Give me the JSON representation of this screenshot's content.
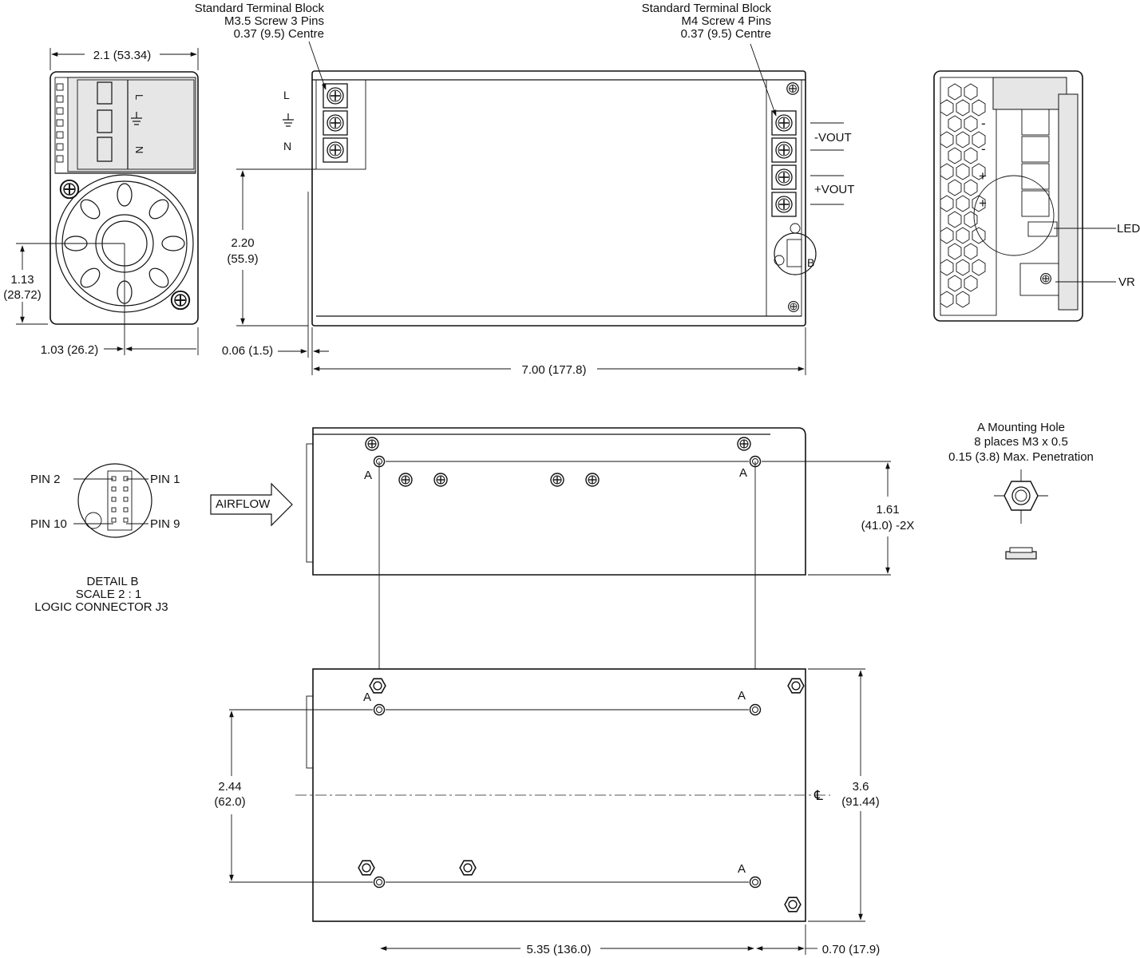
{
  "top_left_terminal": {
    "line1": "Standard Terminal Block",
    "line2": "M3.5 Screw 3 Pins",
    "line3": "0.37 (9.5) Centre"
  },
  "top_right_terminal": {
    "line1": "Standard Terminal Block",
    "line2": "M4 Screw 4 Pins",
    "line3": "0.37 (9.5) Centre"
  },
  "input_labels": {
    "l": "L",
    "n": "N"
  },
  "output_labels": {
    "neg": "-VOUT",
    "pos": "+VOUT",
    "minus": "-",
    "plus": "+"
  },
  "detail_callout": "B",
  "side_labels": {
    "led": "LED",
    "vr": "VR"
  },
  "dims": {
    "width_front": "2.1 (53.34)",
    "fan_height_in": "1.13",
    "fan_height_mm": "(28.72)",
    "fan_offset": "1.03 (26.2)",
    "term_height_in": "2.20",
    "term_height_mm": "(55.9)",
    "edge_offset": "0.06 (1.5)",
    "length": "7.00 (177.8)",
    "side_height_in": "1.61",
    "side_height_mm": "(41.0) -2X",
    "bottom_hole_in": "2.44",
    "bottom_hole_mm": "(62.0)",
    "bottom_width_in": "3.6",
    "bottom_width_mm": "(91.44)",
    "hole_spacing": "5.35 (136.0)",
    "end_offset": "0.70 (17.9)"
  },
  "detail_b": {
    "pin2": "PIN 2",
    "pin1": "PIN 1",
    "pin10": "PIN 10",
    "pin9": "PIN 9",
    "line1": "DETAIL B",
    "line2": "SCALE 2 : 1",
    "line3": "LOGIC CONNECTOR J3"
  },
  "airflow": "AIRFLOW",
  "mounting_note": {
    "line1": "A Mounting Hole",
    "line2": "8 places M3 x 0.5",
    "line3": "0.15 (3.8) Max. Penetration"
  },
  "hole_label": "A",
  "centerline_symbol": "℄"
}
